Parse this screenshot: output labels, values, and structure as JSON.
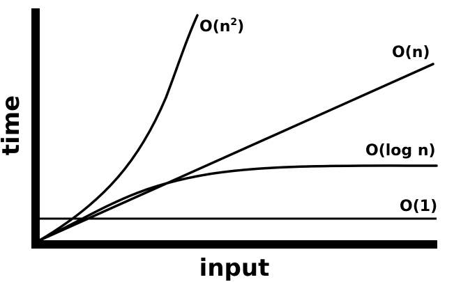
{
  "axes": {
    "x_label": "input",
    "y_label": "time"
  },
  "curves": [
    {
      "id": "quadratic",
      "label_base": "O(n",
      "label_sup": "2",
      "label_end": ")"
    },
    {
      "id": "linear",
      "label": "O(n)"
    },
    {
      "id": "logarithmic",
      "label": "O(log n)"
    },
    {
      "id": "constant",
      "label": "O(1)"
    }
  ],
  "colors": {
    "stroke": "#000000",
    "background": "#ffffff"
  }
}
